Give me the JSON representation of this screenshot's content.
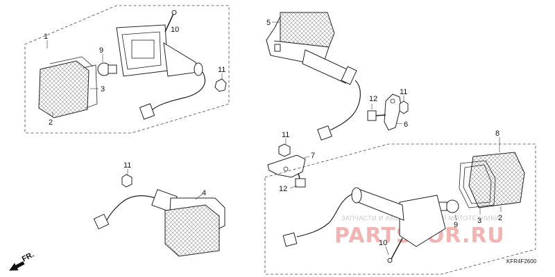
{
  "diagram": {
    "callouts": {
      "c1": "1",
      "c2a": "2",
      "c3a": "3",
      "c9a": "9",
      "c10a": "10",
      "c11a": "11",
      "c5": "5",
      "c12a": "12",
      "c11b": "11",
      "c6": "6",
      "c11c": "11",
      "c7": "7",
      "c12b": "12",
      "c11d": "11",
      "c4": "4",
      "c8": "8",
      "c9b": "9",
      "c3b": "3",
      "c2b": "2",
      "c10b": "10"
    },
    "front_label": "FR.",
    "part_code": "KFR4F2600",
    "watermark": {
      "top": "ЗАПЧАСТИ И АКСЕССУАРЫ ДЛЯ МОТОТЕХНИКИ",
      "brand": "PARTSFOR.RU"
    },
    "icons": [
      "front-arrow-icon"
    ],
    "colors": {
      "ink": "#222222",
      "watermark": "#f2b3b3",
      "background": "#ffffff"
    }
  }
}
